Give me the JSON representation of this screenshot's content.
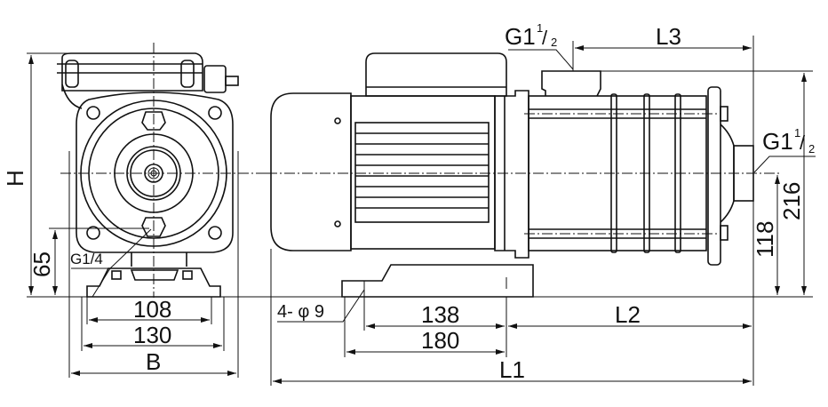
{
  "title": "Horizontal multistage pump dimension drawing",
  "colors": {
    "line": "#111111",
    "background": "#ffffff"
  },
  "side_view": {
    "height_label": "H",
    "dim_65": "65",
    "drain_label": "G1/4",
    "dim_108": "108",
    "dim_130": "130",
    "width_label": "B"
  },
  "front_view": {
    "inlet_label_main": "G1",
    "inlet_label_frac_num": "1",
    "inlet_label_frac_den": "2",
    "outlet_label_main": "G1",
    "outlet_label_frac_num": "1",
    "outlet_label_frac_den": "2",
    "dim_L3": "L3",
    "dim_118": "118",
    "dim_216": "216",
    "holes_label": "4- φ 9",
    "dim_138": "138",
    "dim_180": "180",
    "dim_L2": "L2",
    "dim_L1": "L1"
  }
}
